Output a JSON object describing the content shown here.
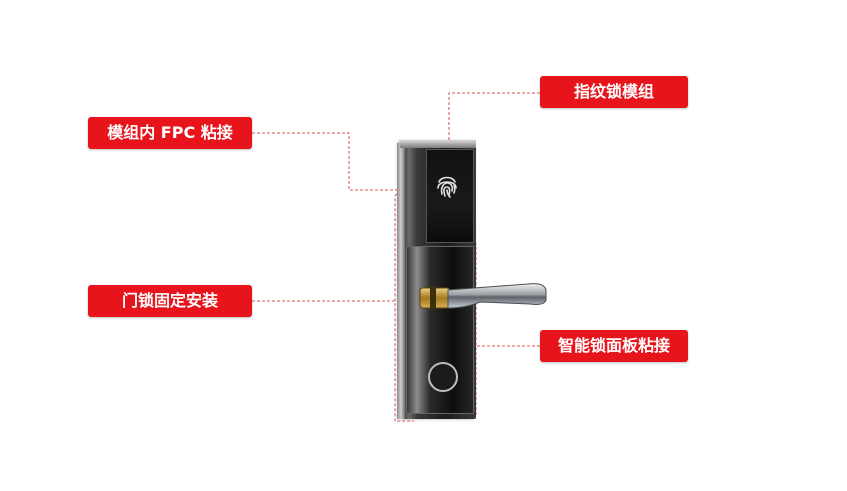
{
  "labels": {
    "module_fpc": "模组内 FPC 粘接",
    "fingerprint_module": "指纹锁模组",
    "lock_fixed_install": "门锁固定安装",
    "panel_bonding": "智能锁面板粘接"
  },
  "colors": {
    "label_bg": "#e8141c",
    "label_text": "#ffffff",
    "leader_line": "#d9534f"
  },
  "icons": {
    "fingerprint": "fingerprint-icon"
  }
}
